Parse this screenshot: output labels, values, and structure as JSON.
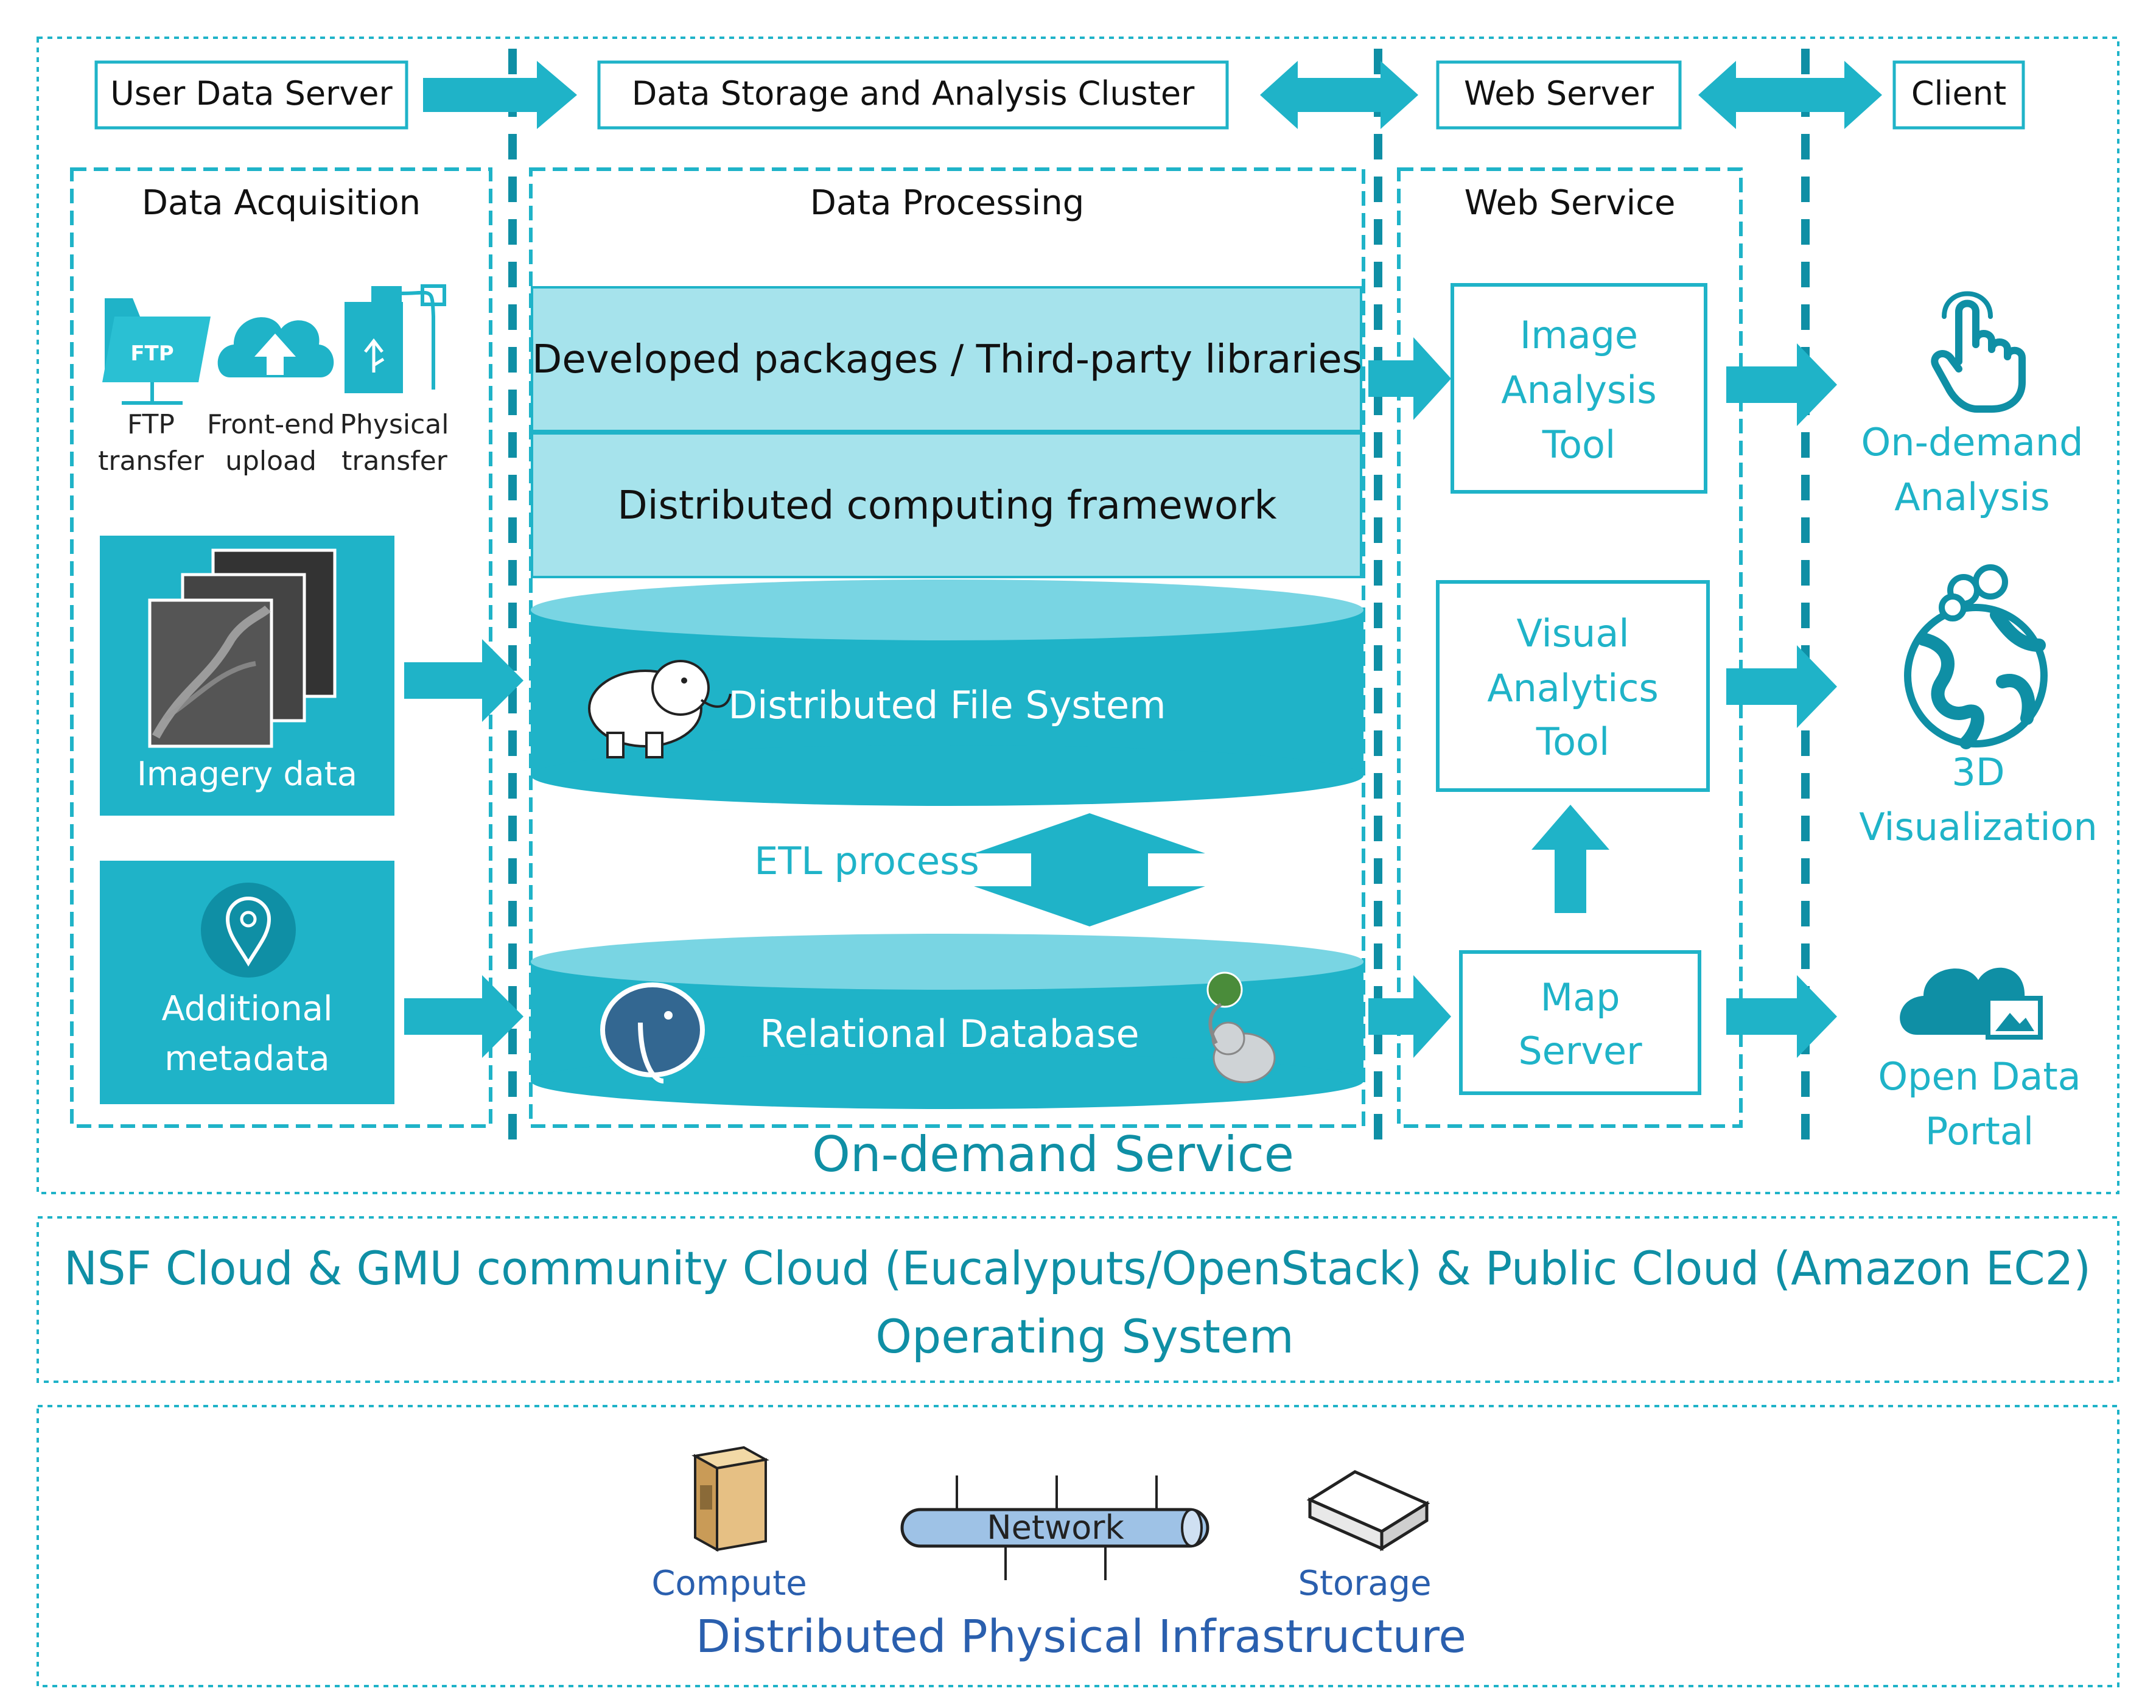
{
  "tiers": {
    "user_data_server": "User Data Server",
    "cluster": "Data Storage and Analysis Cluster",
    "web_server": "Web Server",
    "client": "Client"
  },
  "acquisition": {
    "title": "Data Acquisition",
    "ftp_icon_text": "FTP",
    "ftp": [
      "FTP",
      "transfer"
    ],
    "frontend": [
      "Front-end",
      "upload"
    ],
    "physical": [
      "Physical",
      "transfer"
    ],
    "imagery": "Imagery data",
    "metadata": [
      "Additional",
      "metadata"
    ]
  },
  "processing": {
    "title": "Data Processing",
    "packages": "Developed packages / Third-party libraries",
    "framework": "Distributed computing framework",
    "dfs": "Distributed File System",
    "etl": "ETL process",
    "rdb": "Relational Database"
  },
  "web_service": {
    "title": "Web Service",
    "image_tool": [
      "Image",
      "Analysis",
      "Tool"
    ],
    "visual_tool": [
      "Visual",
      "Analytics",
      "Tool"
    ],
    "map_server": [
      "Map",
      "Server"
    ]
  },
  "client": {
    "ondemand": [
      "On-demand",
      "Analysis"
    ],
    "viz": [
      "3D",
      "Visualization"
    ],
    "portal": [
      "Open Data",
      "Portal"
    ]
  },
  "service_label": "On-demand Service",
  "cloud": {
    "line1": "NSF Cloud & GMU community Cloud (Eucalyputs/OpenStack) & Public Cloud (Amazon EC2)",
    "line2": "Operating System"
  },
  "infra": {
    "compute": "Compute",
    "network": "Network",
    "storage": "Storage",
    "title": "Distributed Physical Infrastructure"
  },
  "colors": {
    "teal": "#1FB3C8",
    "teal_dark": "#0F8FA5",
    "layer_fill": "#A6E3EC",
    "cylinder_top": "#79D5E3",
    "navy_text": "#2A5FAE"
  }
}
